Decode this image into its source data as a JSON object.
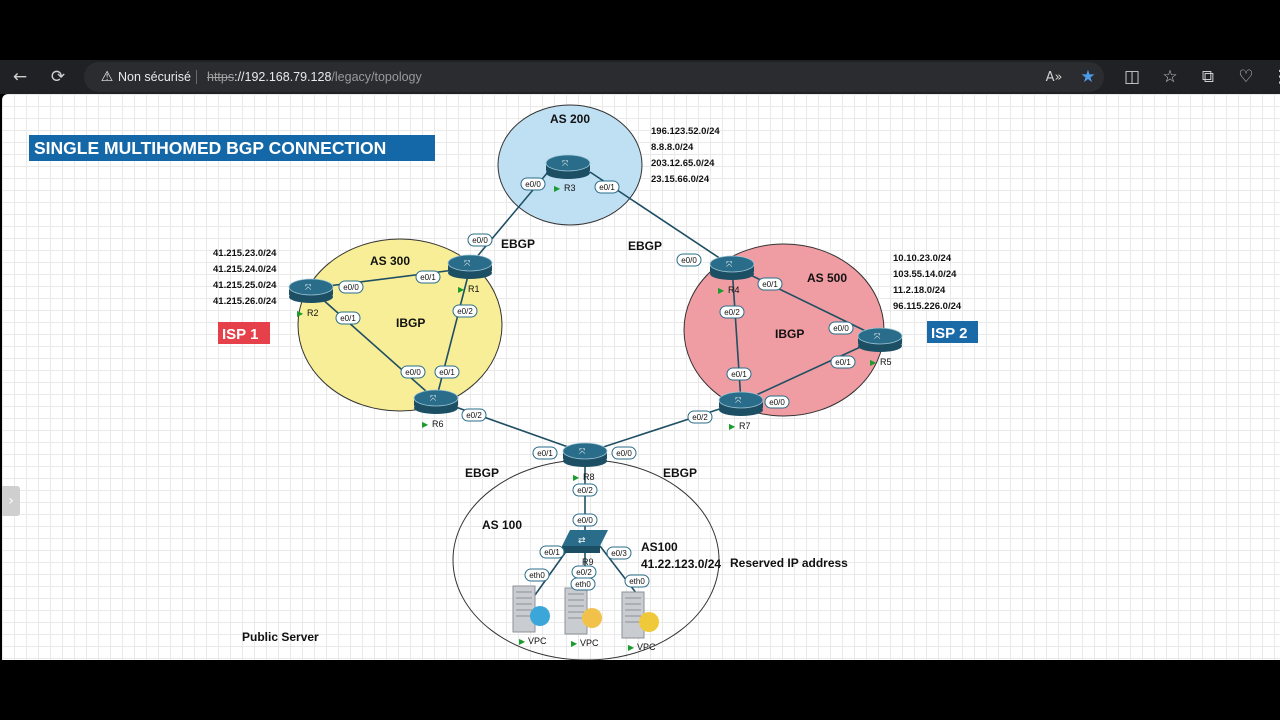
{
  "browser": {
    "security_label": "Non sécurisé",
    "url_scheme": "https",
    "url_host": "://192.168.79.128",
    "url_path": "/legacy/topology"
  },
  "diagram": {
    "title": "SINGLE MULTIHOMED BGP CONNECTION",
    "isp1": "ISP 1",
    "isp2": "ISP 2",
    "as200": "AS 200",
    "as300": "AS 300",
    "as500": "AS 500",
    "as100": "AS 100",
    "ibgp": "IBGP",
    "ebgp": "EBGP",
    "as200_prefixes": [
      "196.123.52.0/24",
      "8.8.8.0/24",
      "203.12.65.0/24",
      "23.15.66.0/24"
    ],
    "as300_prefixes": [
      "41.215.23.0/24",
      "41.215.24.0/24",
      "41.215.25.0/24",
      "41.215.26.0/24"
    ],
    "as500_prefixes": [
      "10.10.23.0/24",
      "103.55.14.0/24",
      "11.2.18.0/24",
      "96.115.226.0/24"
    ],
    "as100_label": "AS100",
    "as100_prefix": "41.22.123.0/24",
    "reserved_label": "Reserved IP address",
    "public_server_label": "Public Server",
    "routers": [
      "R1",
      "R2",
      "R3",
      "R4",
      "R5",
      "R6",
      "R7",
      "R8"
    ],
    "switch": "R9",
    "vpc": "VPC",
    "interfaces": {
      "r3_left": "e0/0",
      "r3_right": "e0/1",
      "r1_top": "e0/0",
      "r1_left": "e0/1",
      "r1_down": "e0/2",
      "r2_right": "e0/0",
      "r2_down": "e0/1",
      "r6_left": "e0/0",
      "r6_up": "e0/1",
      "r6_down": "e0/2",
      "r4_top": "e0/0",
      "r4_right": "e0/1",
      "r4_down": "e0/2",
      "r5_left": "e0/0",
      "r5_down": "e0/1",
      "r7_up": "e0/1",
      "r7_right": "e0/0",
      "r7_left": "e0/2",
      "r8_left": "e0/1",
      "r8_right": "e0/0",
      "r8_down": "e0/2",
      "sw_top": "e0/0",
      "sw_left": "e0/1",
      "sw_mid": "e0/2",
      "sw_right": "e0/3",
      "eth0": "eth0"
    }
  },
  "colors": {
    "as200_fill": "#bfe0f2",
    "as300_fill": "#f7ee97",
    "as500_fill": "#ef9da3",
    "title_bg": "#1568a8",
    "isp1_bg": "#e6404a",
    "isp2_bg": "#1a6aa8",
    "router": "#2a6d8a"
  }
}
